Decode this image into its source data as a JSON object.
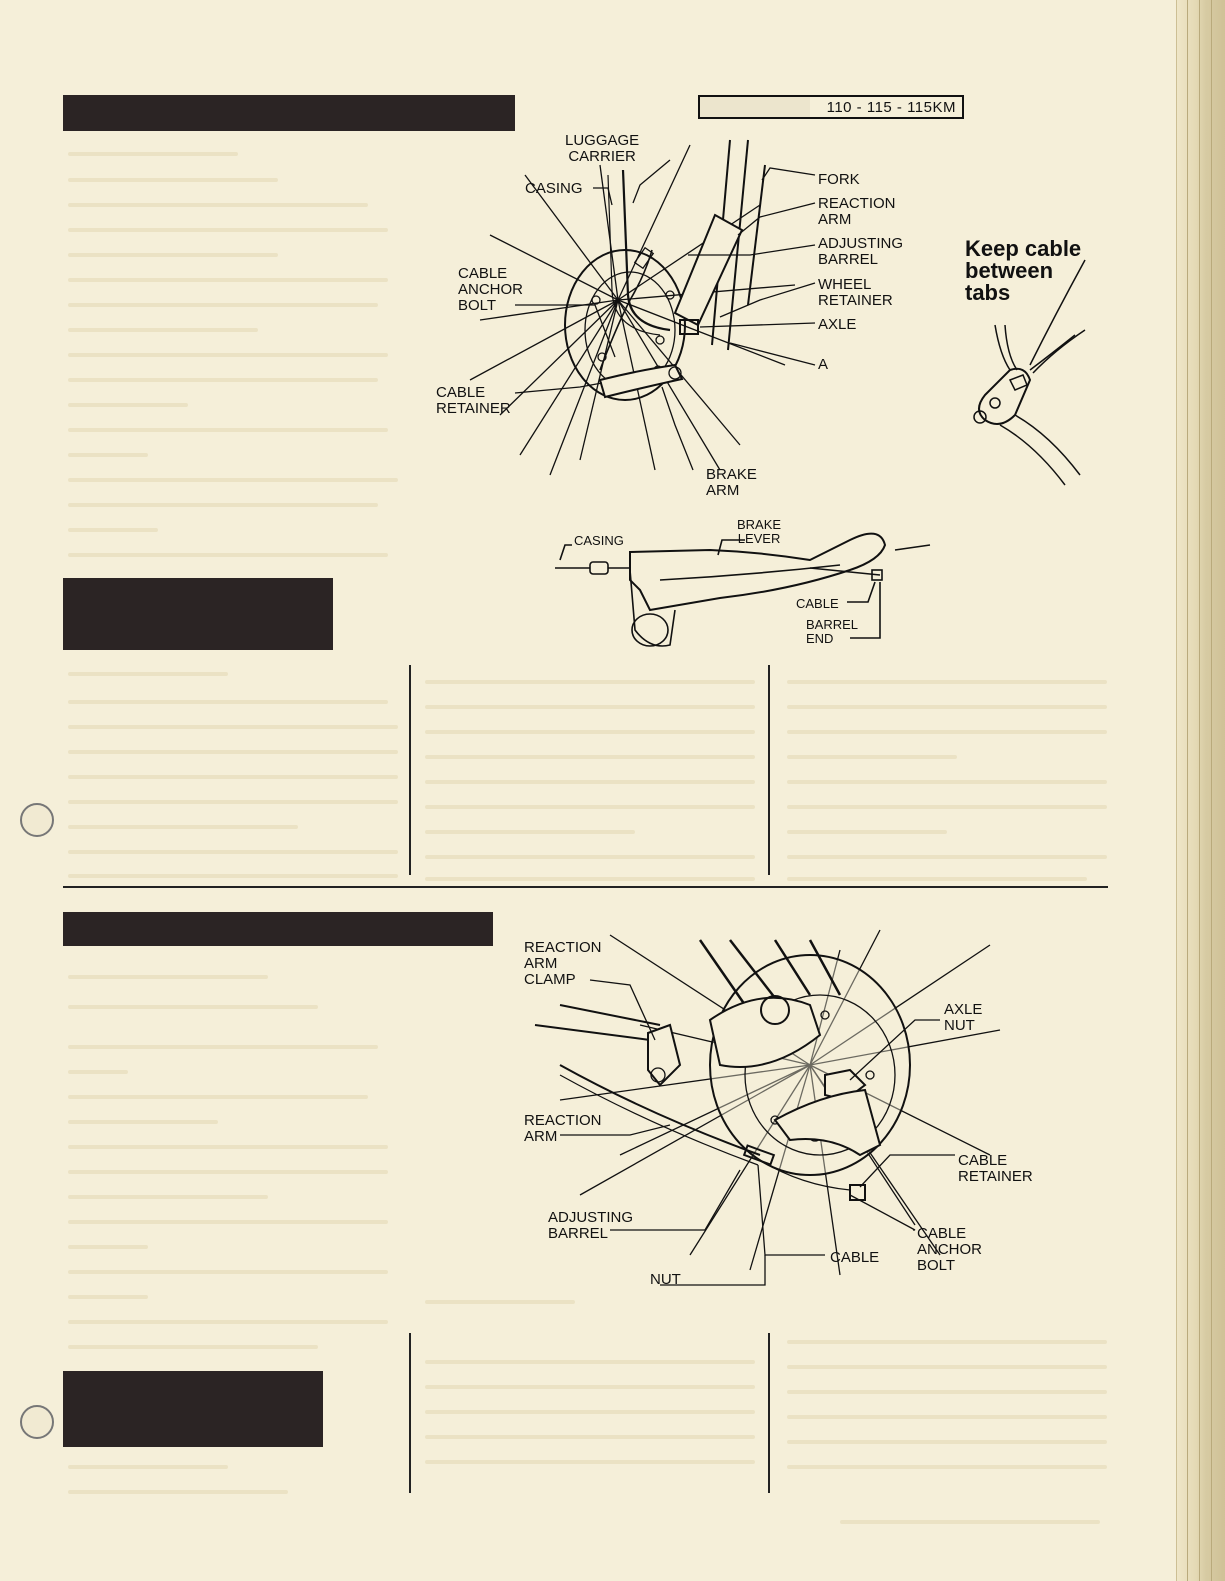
{
  "header": {
    "model_range": "110 - 115 - 115KM"
  },
  "diagram_front": {
    "labels": {
      "luggage_carrier": "LUGGAGE\nCARRIER",
      "casing": "CASING",
      "fork": "FORK",
      "reaction_arm": "REACTION\nARM",
      "adjusting_barrel": "ADJUSTING\nBARREL",
      "cable_anchor_bolt": "CABLE\nANCHOR\nBOLT",
      "wheel_retainer": "WHEEL\nRETAINER",
      "axle": "AXLE",
      "a": "A",
      "cable_retainer": "CABLE\nRETAINER",
      "brake_arm": "BRAKE\nARM"
    }
  },
  "diagram_tabs": {
    "note": "Keep cable\nbetween\ntabs"
  },
  "diagram_lever": {
    "labels": {
      "casing": "CASING",
      "brake_lever": "BRAKE\nLEVER",
      "cable": "CABLE",
      "barrel_end": "BARREL\nEND"
    }
  },
  "diagram_rear": {
    "labels": {
      "reaction_arm_clamp": "REACTION\nARM\nCLAMP",
      "axle_nut": "AXLE\nNUT",
      "reaction_arm": "REACTION\nARM",
      "cable_retainer": "CABLE\nRETAINER",
      "adjusting_barrel": "ADJUSTING\nBARREL",
      "cable_anchor_bolt": "CABLE\nANCHOR\nBOLT",
      "cable": "CABLE",
      "nut": "NUT"
    }
  }
}
